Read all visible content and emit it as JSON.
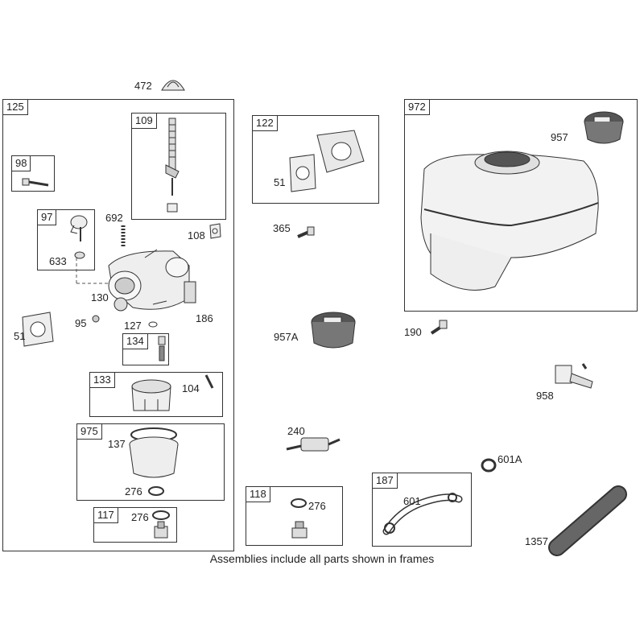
{
  "caption": "Assemblies include all parts shown in frames",
  "frames": {
    "f125": "125",
    "f109": "109",
    "f98": "98",
    "f97": "97",
    "f134": "134",
    "f133": "133",
    "f975": "975",
    "f117": "117",
    "f122": "122",
    "f972": "972",
    "f118": "118",
    "f187": "187"
  },
  "labels": {
    "l472": "472",
    "l692": "692",
    "l108": "108",
    "l633": "633",
    "l130": "130",
    "l186": "186",
    "l51a": "51",
    "l95": "95",
    "l127": "127",
    "l104": "104",
    "l137": "137",
    "l276a": "276",
    "l276b": "276",
    "l51b": "51",
    "l365": "365",
    "l957": "957",
    "l957A": "957A",
    "l190": "190",
    "l958": "958",
    "l240": "240",
    "l601A": "601A",
    "l276c": "276",
    "l601": "601",
    "l1357": "1357"
  },
  "colors": {
    "line": "#333333",
    "fill_light": "#f2f2f2",
    "fill_mid": "#d9d9d9",
    "fill_dark": "#555555"
  }
}
